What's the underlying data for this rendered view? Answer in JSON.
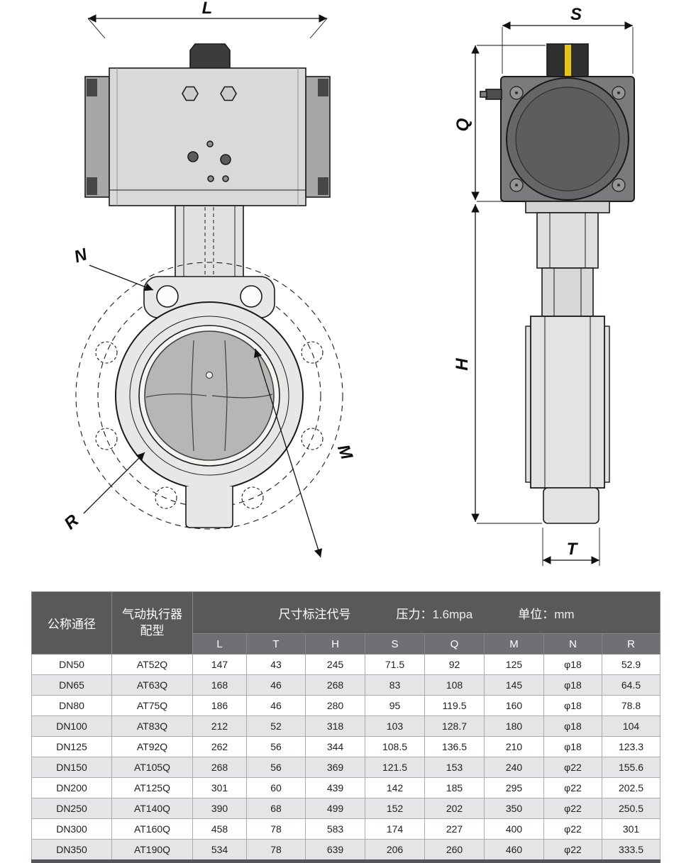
{
  "drawing": {
    "dims": {
      "L": "L",
      "S": "S",
      "Q": "Q",
      "H": "H",
      "N": "N",
      "M": "M",
      "R": "R",
      "T": "T"
    }
  },
  "table": {
    "header": {
      "col_dn": "公称通径",
      "col_actuator": "气动执行器\n配型",
      "dim_title": "尺寸标注代号",
      "pressure_label": "压力：",
      "pressure_value": "1.6mpa",
      "unit_label": "单位：",
      "unit_value": "mm",
      "dims": [
        "L",
        "T",
        "H",
        "S",
        "Q",
        "M",
        "N",
        "R"
      ]
    },
    "rows": [
      {
        "dn": "DN50",
        "actuator": "AT52Q",
        "values": [
          "147",
          "43",
          "245",
          "71.5",
          "92",
          "125",
          "φ18",
          "52.9"
        ]
      },
      {
        "dn": "DN65",
        "actuator": "AT63Q",
        "values": [
          "168",
          "46",
          "268",
          "83",
          "108",
          "145",
          "φ18",
          "64.5"
        ]
      },
      {
        "dn": "DN80",
        "actuator": "AT75Q",
        "values": [
          "186",
          "46",
          "280",
          "95",
          "119.5",
          "160",
          "φ18",
          "78.8"
        ]
      },
      {
        "dn": "DN100",
        "actuator": "AT83Q",
        "values": [
          "212",
          "52",
          "318",
          "103",
          "128.7",
          "180",
          "φ18",
          "104"
        ]
      },
      {
        "dn": "DN125",
        "actuator": "AT92Q",
        "values": [
          "262",
          "56",
          "344",
          "108.5",
          "136.5",
          "210",
          "φ18",
          "123.3"
        ]
      },
      {
        "dn": "DN150",
        "actuator": "AT105Q",
        "values": [
          "268",
          "56",
          "369",
          "121.5",
          "153",
          "240",
          "φ22",
          "155.6"
        ]
      },
      {
        "dn": "DN200",
        "actuator": "AT125Q",
        "values": [
          "301",
          "60",
          "439",
          "142",
          "185",
          "295",
          "φ22",
          "202.5"
        ]
      },
      {
        "dn": "DN250",
        "actuator": "AT140Q",
        "values": [
          "390",
          "68",
          "499",
          "152",
          "202",
          "350",
          "φ22",
          "250.5"
        ]
      },
      {
        "dn": "DN300",
        "actuator": "AT160Q",
        "values": [
          "458",
          "78",
          "583",
          "174",
          "227",
          "400",
          "φ22",
          "301"
        ]
      },
      {
        "dn": "DN350",
        "actuator": "AT190Q",
        "values": [
          "534",
          "78",
          "639",
          "206",
          "260",
          "460",
          "φ22",
          "333.5"
        ]
      }
    ]
  }
}
